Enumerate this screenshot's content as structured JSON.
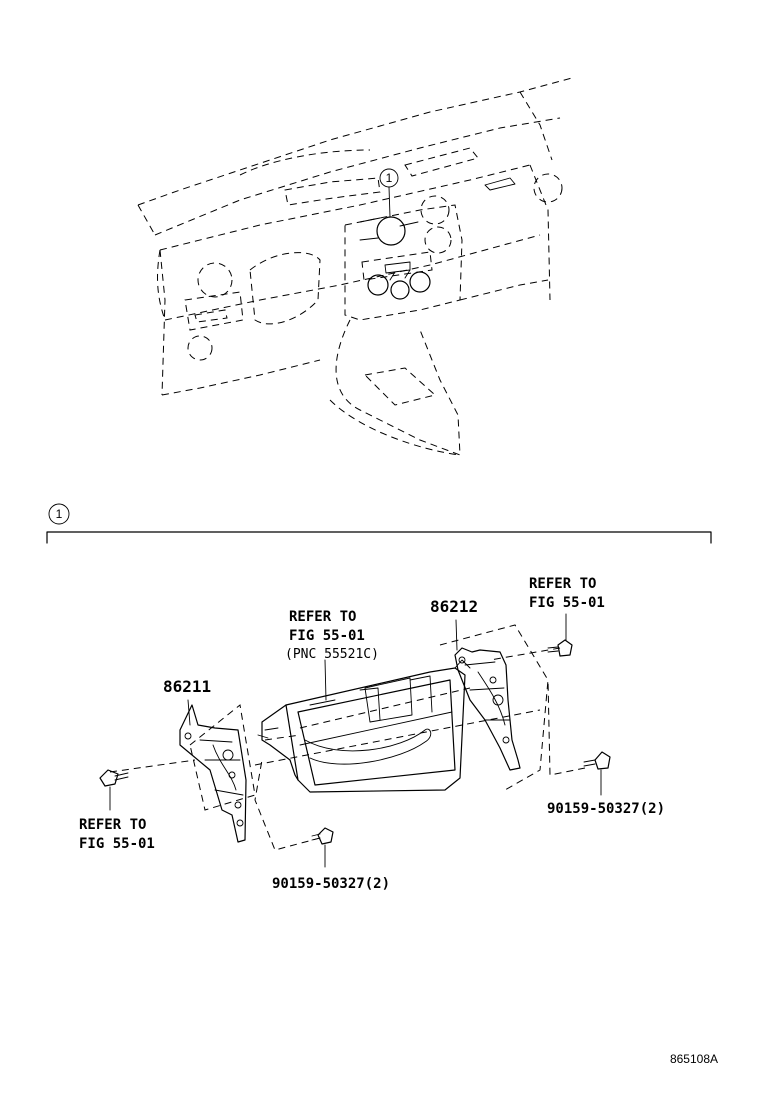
{
  "callouts": {
    "overview_marker": "1",
    "detail_marker": "1"
  },
  "labels": {
    "part_left": "86211",
    "part_right": "86212",
    "refer_center_1": "REFER TO",
    "refer_center_2": "FIG 55-01",
    "refer_center_3": "(PNC 55521C)",
    "refer_right_1": "REFER TO",
    "refer_right_2": "FIG 55-01",
    "refer_left_1": "REFER TO",
    "refer_left_2": "FIG 55-01",
    "bolt_right": "90159-50327(2)",
    "bolt_bottom": "90159-50327(2)"
  },
  "figure_code": "865108A"
}
